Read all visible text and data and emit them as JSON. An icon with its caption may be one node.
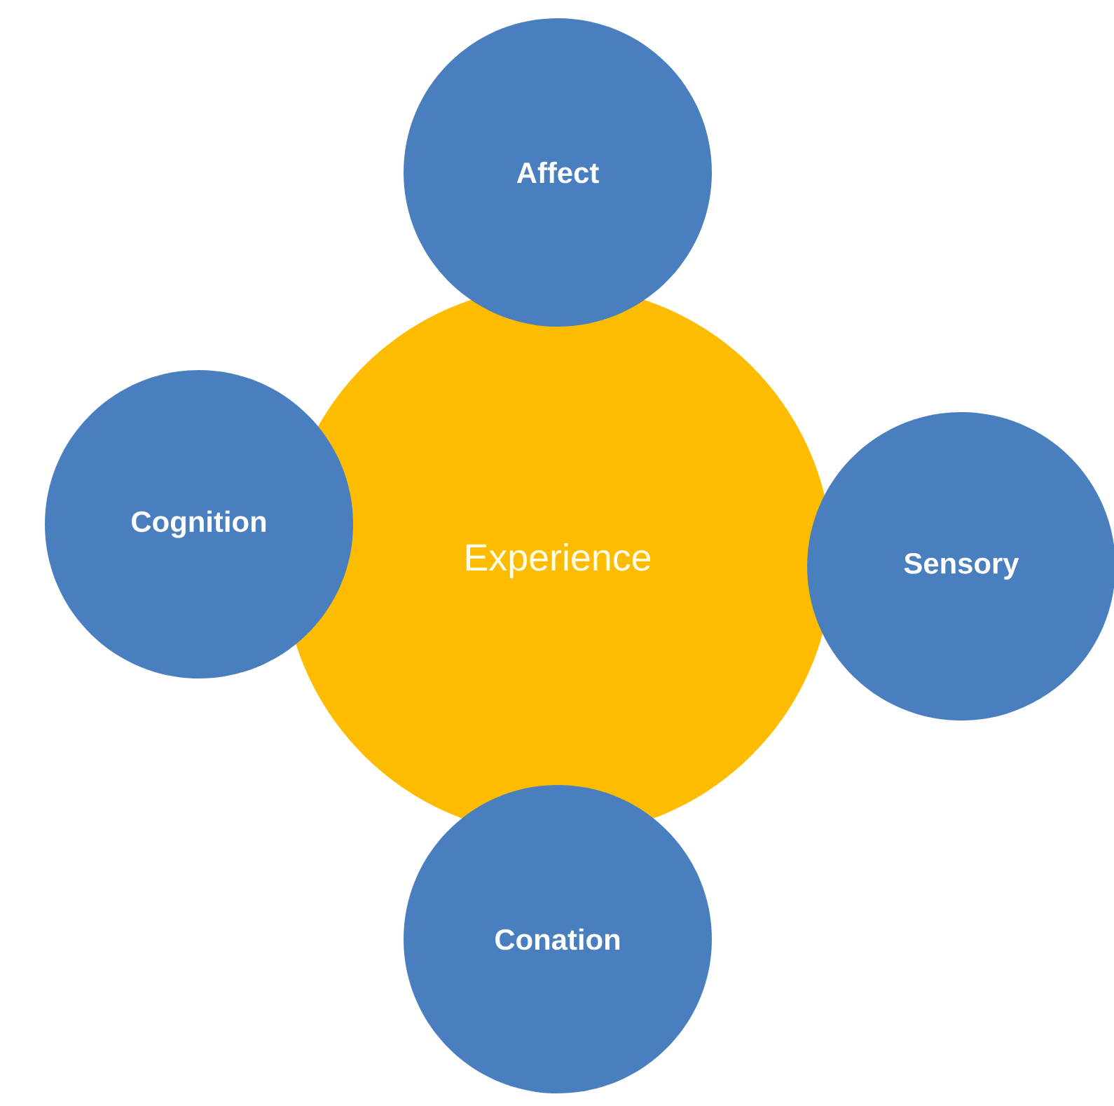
{
  "diagram": {
    "nodes": [
      {
        "text": [
          "Experience"
        ]
      },
      {
        "text": [
          "Affect"
        ]
      },
      {
        "text": [
          "Cognition"
        ]
      },
      {
        "text": [
          "Sensory"
        ]
      },
      {
        "text": [
          "Conation"
        ]
      }
    ]
  }
}
